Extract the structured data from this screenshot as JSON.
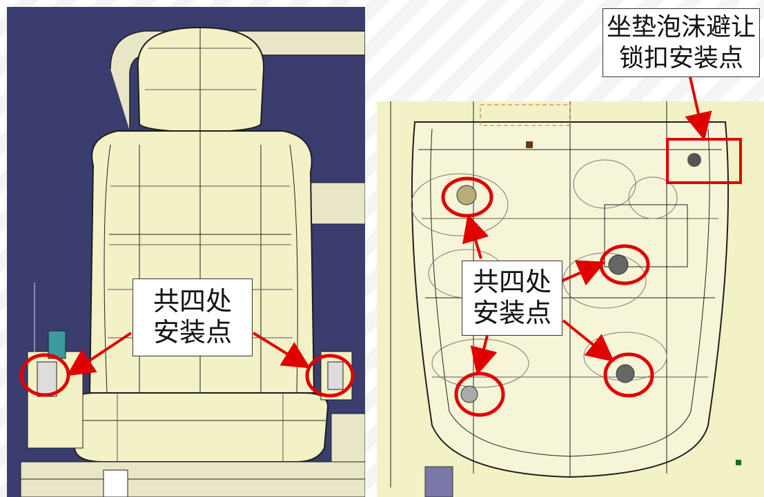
{
  "labels": {
    "left_mount": {
      "line1": "共四处",
      "line2": "安装点"
    },
    "right_mount": {
      "line1": "共四处",
      "line2": "安装点"
    },
    "buckle": {
      "line1": "坐垫泡沫避让",
      "line2": "锁扣安装点"
    }
  },
  "colors": {
    "background_left": "#3a3d6e",
    "seat_fill": "#f3f1c6",
    "wire": "#1e1e1e",
    "highlight_red": "#e00000",
    "label_border": "#333333"
  }
}
